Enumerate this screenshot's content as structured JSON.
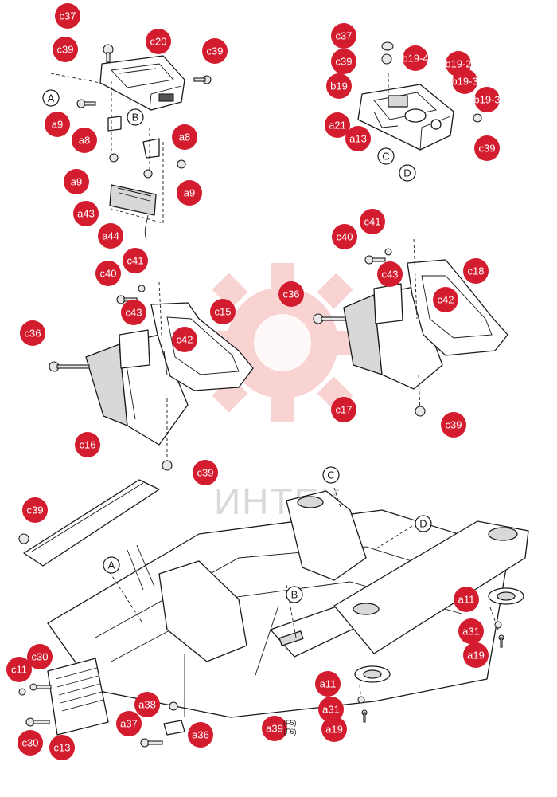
{
  "watermark": {
    "text": "ИНТЕК",
    "color": "#f2a0a0"
  },
  "label_color": "#d41c2f",
  "reference_letters": [
    "A",
    "B",
    "C",
    "D",
    "C",
    "D",
    "A",
    "B"
  ],
  "labels": [
    "c37",
    "c39",
    "c20",
    "c39",
    "a9",
    "a8",
    "a8",
    "a9",
    "a9",
    "a43",
    "a44",
    "c37",
    "c39",
    "b19-4",
    "b19-2",
    "b19-3",
    "b19",
    "a21",
    "a13",
    "b19-3",
    "c39",
    "c41",
    "c40",
    "c43",
    "c18",
    "c36",
    "c42",
    "c17",
    "c39",
    "c41",
    "c40",
    "c43",
    "c15",
    "c36",
    "c42",
    "c16",
    "c39",
    "c39",
    "c11",
    "c30",
    "c30",
    "c13",
    "a38",
    "a37",
    "a36",
    "a39",
    "a11",
    "a31",
    "a19",
    "a11",
    "a31",
    "a19"
  ],
  "notes": [
    "(F5)",
    "(F6)"
  ]
}
